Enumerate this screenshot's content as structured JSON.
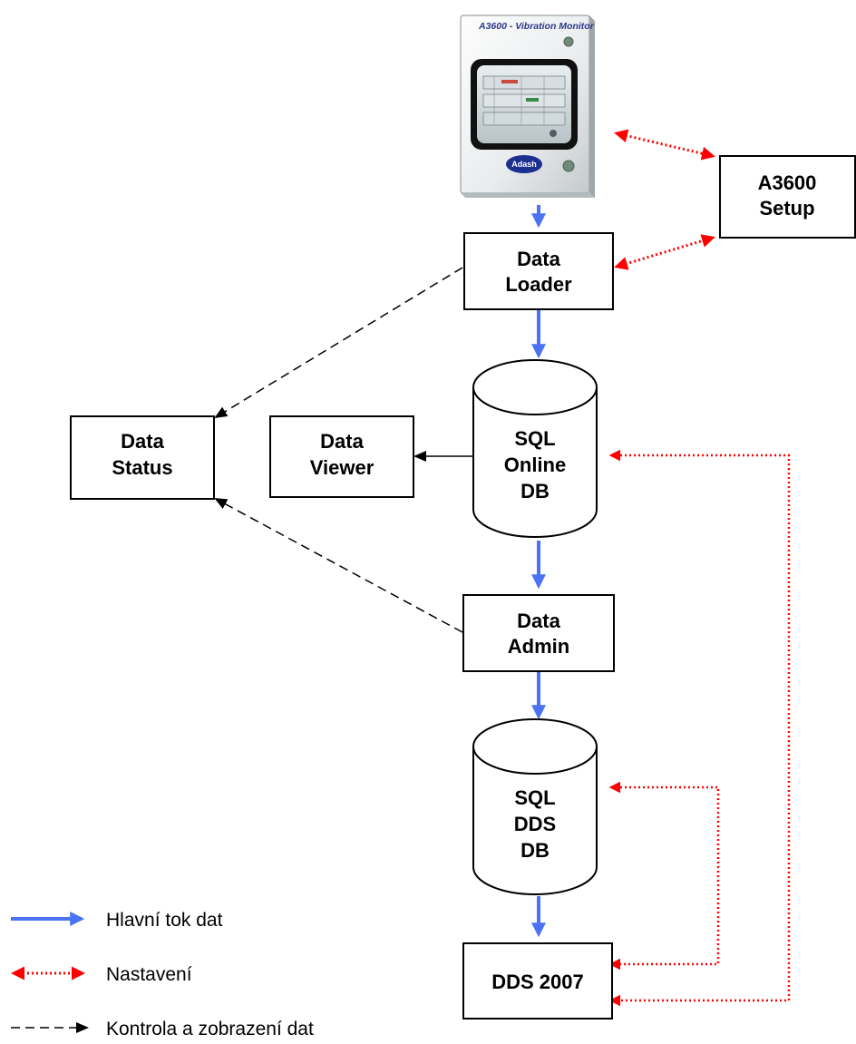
{
  "device": {
    "title": "A3600 - Vibration Monitor",
    "logo": "Adash"
  },
  "nodes": {
    "setup": [
      "A3600",
      "Setup"
    ],
    "loader": [
      "Data",
      "Loader"
    ],
    "online_db": [
      "SQL",
      "Online",
      "DB"
    ],
    "status": [
      "Data",
      "Status"
    ],
    "viewer": [
      "Data",
      "Viewer"
    ],
    "admin": [
      "Data",
      "Admin"
    ],
    "dds_db": [
      "SQL",
      "DDS",
      "DB"
    ],
    "dds2007": [
      "DDS 2007"
    ]
  },
  "legend": {
    "main_flow": "Hlavní tok dat",
    "settings": "Nastavení",
    "control": "Kontrola  a zobrazení dat"
  },
  "colors": {
    "main_flow": "#4a72f5",
    "settings": "#ff0000",
    "control": "#000000"
  }
}
